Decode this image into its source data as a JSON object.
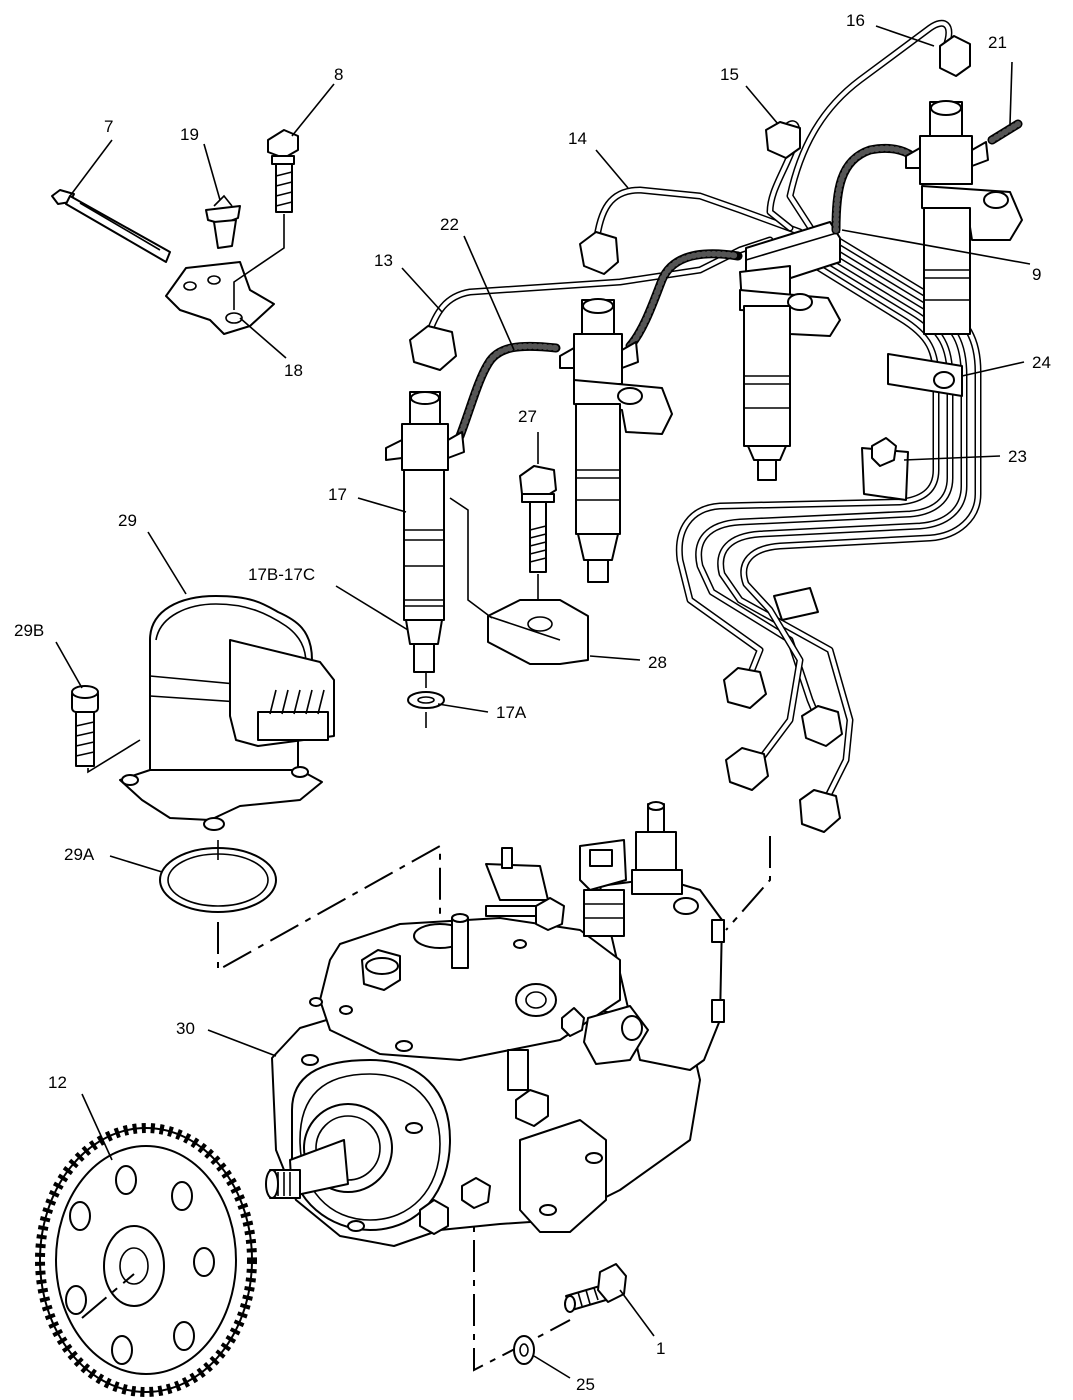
{
  "callouts": {
    "c1": "1",
    "c7": "7",
    "c8": "8",
    "c9": "9",
    "c12": "12",
    "c13": "13",
    "c14": "14",
    "c15": "15",
    "c16": "16",
    "c17": "17",
    "c17a": "17A",
    "c17bc": "17B-17C",
    "c18": "18",
    "c19": "19",
    "c21": "21",
    "c22": "22",
    "c23": "23",
    "c24": "24",
    "c25": "25",
    "c27": "27",
    "c28": "28",
    "c29": "29",
    "c29a": "29A",
    "c29b": "29B",
    "c30": "30"
  }
}
